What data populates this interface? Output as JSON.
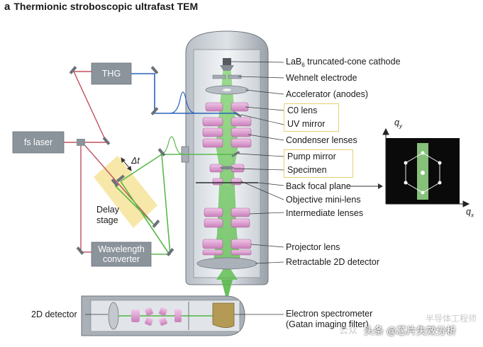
{
  "title": {
    "panel": "a",
    "text": "Thermionic stroboscopic ultrafast TEM"
  },
  "boxes": {
    "thg": "THG",
    "fs_laser": "fs laser",
    "wavelength_converter_line1": "Wavelength",
    "wavelength_converter_line2": "converter"
  },
  "delay": {
    "delta_t": "Δt",
    "stage_line1": "Delay",
    "stage_line2": "stage"
  },
  "labels": {
    "cathode_main": "LaB",
    "cathode_sub": "6",
    "cathode_rest": " truncated-cone cathode",
    "wehnelt": "Wehnelt electrode",
    "accelerator": "Accelerator (anodes)",
    "co_lens": "C0 lens",
    "uv_mirror": "UV mirror",
    "condenser": "Condenser lenses",
    "pump_mirror": "Pump mirror",
    "specimen": "Specimen",
    "back_focal": "Back focal plane",
    "objective": "Objective mini-lens",
    "intermediate": "Intermediate lenses",
    "projector": "Projector lens",
    "retractable": "Retractable 2D detector",
    "detector_2d": "2D detector",
    "spectrometer_line1": "Electron spectrometer",
    "spectrometer_line2": "(Gatan imaging filter)"
  },
  "inset": {
    "qy_main": "q",
    "qy_sub": "y",
    "qx_main": "q",
    "qx_sub": "x"
  },
  "watermark": {
    "left": "头条 @芯片失效分析",
    "faint_left": "公众",
    "faint_right": "半导体工程师"
  },
  "colors": {
    "red_beam": "#c0505f",
    "blue_beam": "#2a63b8",
    "green_beam": "#59b94a",
    "lens_pink": "#e3a2d6",
    "column_gray": "#9ea5ad",
    "box_gray": "#8b939b",
    "delay_yellow": "#f7e7a4",
    "highlight": "#e8cf74"
  }
}
